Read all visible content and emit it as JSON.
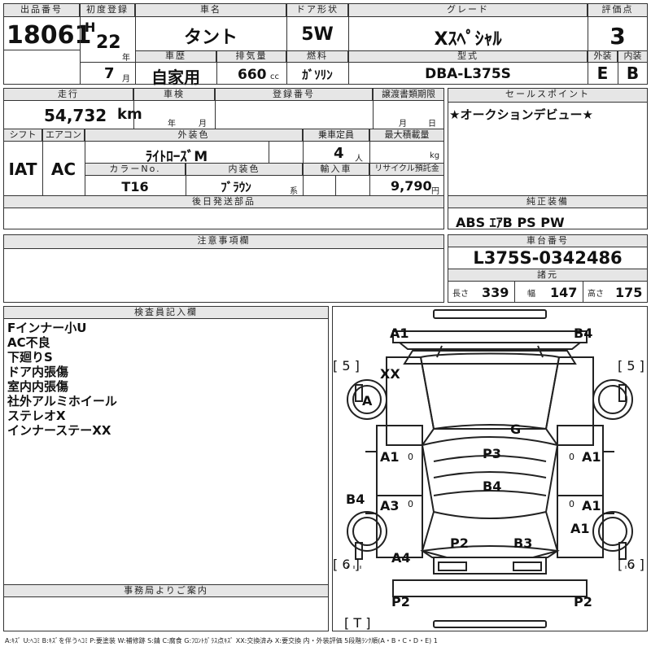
{
  "header": {
    "lot_no_label": "出品番号",
    "lot_no": "18061",
    "first_reg_label": "初度登録",
    "era": "H",
    "year": "22",
    "year_unit": "年",
    "month": "7",
    "month_unit": "月",
    "car_name_label": "車名",
    "car_name": "タント",
    "door_label": "ドア形状",
    "door": "5W",
    "grade_label": "グレード",
    "grade": "Xｽﾍﾟｼｬﾙ",
    "score_label": "評価点",
    "score": "3",
    "history_label": "車歴",
    "history": "自家用",
    "displacement_label": "排気量",
    "displacement": "660",
    "displacement_unit": "cc",
    "fuel_label": "燃料",
    "fuel": "ｶﾞｿﾘﾝ",
    "model_label": "型式",
    "model": "DBA-L375S",
    "exterior_label": "外装",
    "exterior": "E",
    "interior_label": "内装",
    "interior": "B"
  },
  "row2": {
    "mileage_label": "走行",
    "mileage": "54,732",
    "mileage_unit": "km",
    "inspection_label": "車検",
    "inspection_year": "年",
    "inspection_month": "月",
    "reg_no_label": "登録番号",
    "transfer_label": "譲渡書類期限",
    "transfer_month": "月",
    "transfer_day": "日",
    "shift_label": "シフト",
    "shift": "IAT",
    "ac_label": "エアコン",
    "ac": "AC",
    "ext_color_label": "外装色",
    "ext_color": "ﾗｲﾄﾛｰｽﾞM",
    "capacity_label": "乗車定員",
    "capacity": "4",
    "capacity_unit": "人",
    "max_load_label": "最大積載量",
    "max_load_unit": "kg",
    "color_no_label": "カラーNo.",
    "color_no": "T16",
    "int_color_label": "内装色",
    "int_color": "ﾌﾞﾗｳﾝ",
    "int_color_unit": "系",
    "import_label": "輸入車",
    "recycle_label": "リサイクル預託金",
    "recycle": "9,790",
    "recycle_unit": "円",
    "later_parts_label": "後日発送部品"
  },
  "sales": {
    "label": "セールスポイント",
    "text": "★オークションデビュー★"
  },
  "equipment": {
    "label": "純正装備",
    "text": "ABS ｴｱB PS PW"
  },
  "notes_label": "注意事項欄",
  "chassis": {
    "label": "車台番号",
    "value": "L375S-0342486",
    "dims_label": "諸元",
    "length_label": "長さ",
    "length": "339",
    "width_label": "幅",
    "width": "147",
    "height_label": "高さ",
    "height": "175"
  },
  "inspector": {
    "label": "検査員記入欄",
    "lines": [
      "Fインナー小U",
      "AC不良",
      "下廻りS",
      "ドア内張傷",
      "室内内張傷",
      "社外アルミホイール",
      "ステレオX",
      "インナーステーXX"
    ]
  },
  "office_label": "事務局よりご案内",
  "diagram": {
    "marks": [
      "A1",
      "B4",
      "XX",
      "A",
      "G",
      "P3",
      "A1",
      "A1",
      "B4",
      "A3",
      "B4",
      "A1",
      "A1",
      "P2",
      "B3",
      "A4",
      "P2",
      "P2"
    ],
    "tires": [
      "[ 5 ]",
      "[ 5 ]",
      "[ 6 ]",
      "[ 6 ]",
      "[ T ]"
    ],
    "zeros": [
      "0",
      "0",
      "0",
      "0"
    ]
  },
  "legend": "A:ｷｽﾞ U:ﾍｺﾐ B:ｷｽﾞを伴うﾍｺﾐ P:要塗装 W:補修跡 S:錆 C:腐食 G:ﾌﾛﾝﾄｶﾞﾗｽ点ｷｽﾞ XX:交換済み X:要交換 内・外装評価 5段階ﾗﾝｸ順(A・B・C・D・E) 1"
}
